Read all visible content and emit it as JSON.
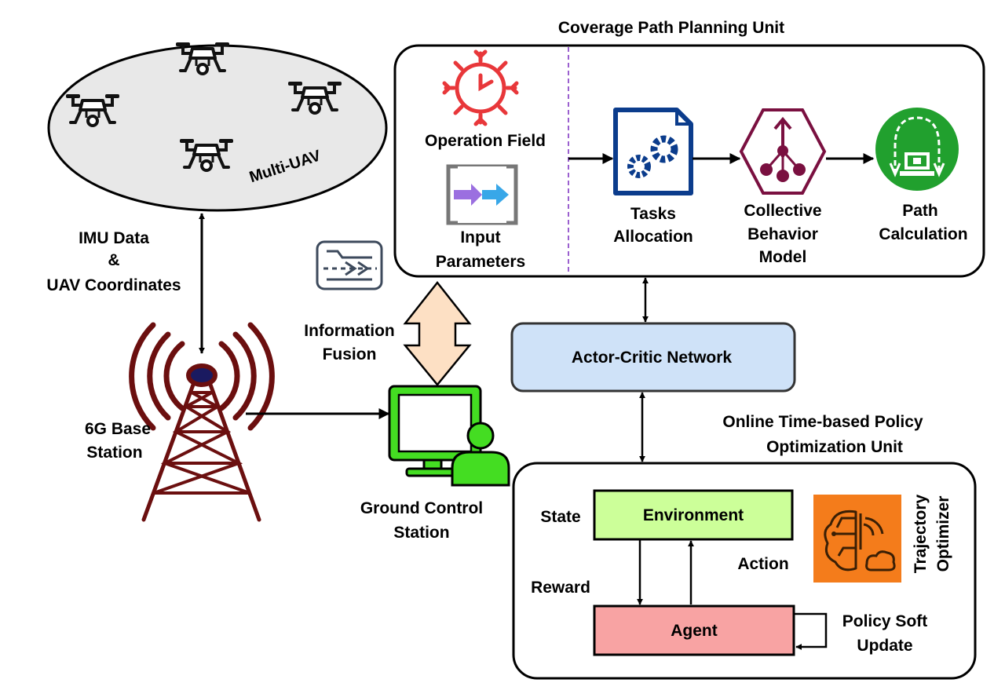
{
  "coverage_unit": {
    "title": "Coverage Path Planning Unit",
    "operation_field": "Operation Field",
    "input_parameters": [
      "Input",
      "Parameters"
    ],
    "tasks_allocation": [
      "Tasks",
      "Allocation"
    ],
    "collective_behavior": [
      "Collective",
      "Behavior",
      "Model"
    ],
    "path_calculation": [
      "Path",
      "Calculation"
    ]
  },
  "multi_uav": {
    "label": "Multi-UAV"
  },
  "imu_link": {
    "lines": [
      "IMU Data",
      "&",
      "UAV Coordinates"
    ]
  },
  "base_station": {
    "lines": [
      "6G Base",
      "Station"
    ]
  },
  "information_fusion": {
    "lines": [
      "Information",
      "Fusion"
    ]
  },
  "ground_control": {
    "lines": [
      "Ground Control",
      "Station"
    ]
  },
  "actor_critic": {
    "label": "Actor-Critic Network"
  },
  "policy_unit": {
    "title": [
      "Online Time-based Policy",
      "Optimization Unit"
    ],
    "state": "State",
    "environment": "Environment",
    "action": "Action",
    "reward": "Reward",
    "agent": "Agent",
    "policy_soft_update": [
      "Policy Soft",
      "Update"
    ],
    "trajectory_optimizer": [
      "Trajectory",
      "Optimizer"
    ]
  },
  "colors": {
    "actor_critic_fill": "#cfe2f8",
    "environment_fill": "#ccff99",
    "agent_fill": "#f8a3a3",
    "fusion_arrow_fill": "#fde0c4",
    "tower": "#6b0f0f",
    "gcs_green": "#44dd22",
    "optimizer_orange": "#f47c1b",
    "gear_blue": "#0b3c8c",
    "behavior_purple": "#7a1040",
    "path_green": "#21a02e"
  }
}
